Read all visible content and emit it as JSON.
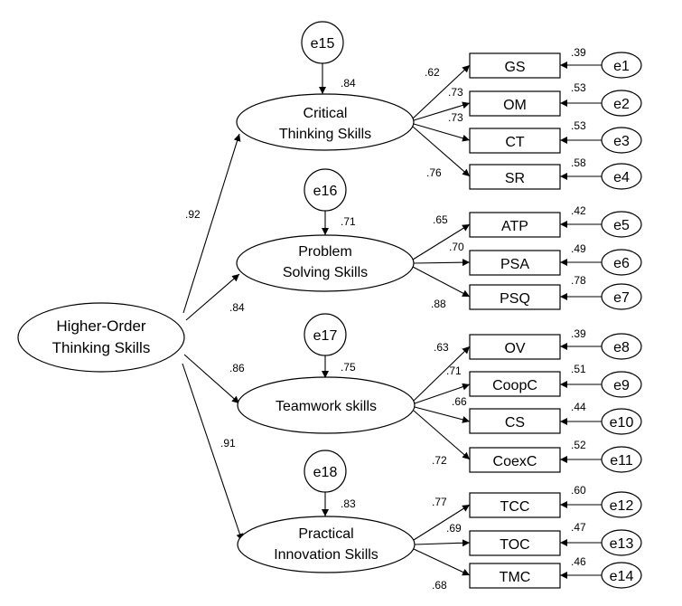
{
  "root": {
    "line1": "Higher-Order",
    "line2": "Thinking Skills"
  },
  "factors": [
    {
      "line1": "Critical",
      "line2": "Thinking Skills",
      "loading": ".92",
      "error": "e15",
      "r2": ".84",
      "indicators": [
        {
          "name": "GS",
          "loading": ".62",
          "r2": ".39",
          "error": "e1"
        },
        {
          "name": "OM",
          "loading": ".73",
          "r2": ".53",
          "error": "e2"
        },
        {
          "name": "CT",
          "loading": ".73",
          "r2": ".53",
          "error": "e3"
        },
        {
          "name": "SR",
          "loading": ".76",
          "r2": ".58",
          "error": "e4"
        }
      ]
    },
    {
      "line1": "Problem",
      "line2": "Solving Skills",
      "loading": ".84",
      "error": "e16",
      "r2": ".71",
      "indicators": [
        {
          "name": "ATP",
          "loading": ".65",
          "r2": ".42",
          "error": "e5"
        },
        {
          "name": "PSA",
          "loading": ".70",
          "r2": ".49",
          "error": "e6"
        },
        {
          "name": "PSQ",
          "loading": ".88",
          "r2": ".78",
          "error": "e7"
        }
      ]
    },
    {
      "line1": "",
      "line2": "Teamwork skills",
      "loading": ".86",
      "error": "e17",
      "r2": ".75",
      "indicators": [
        {
          "name": "OV",
          "loading": ".63",
          "r2": ".39",
          "error": "e8"
        },
        {
          "name": "CoopC",
          "loading": ".71",
          "r2": ".51",
          "error": "e9"
        },
        {
          "name": "CS",
          "loading": ".66",
          "r2": ".44",
          "error": "e10"
        },
        {
          "name": "CoexC",
          "loading": ".72",
          "r2": ".52",
          "error": "e11"
        }
      ]
    },
    {
      "line1": "Practical",
      "line2": "Innovation Skills",
      "loading": ".91",
      "error": "e18",
      "r2": ".83",
      "indicators": [
        {
          "name": "TCC",
          "loading": ".77",
          "r2": ".60",
          "error": "e12"
        },
        {
          "name": "TOC",
          "loading": ".69",
          "r2": ".47",
          "error": "e13"
        },
        {
          "name": "TMC",
          "loading": ".68",
          "r2": ".46",
          "error": "e14"
        }
      ]
    }
  ]
}
